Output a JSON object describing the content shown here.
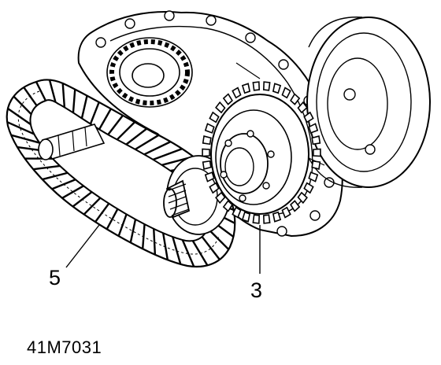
{
  "callouts": {
    "chain": "5",
    "sprocket": "3"
  },
  "figure_ref": "41M7031",
  "colors": {
    "ink": "#000000",
    "fill": "#ffffff"
  }
}
